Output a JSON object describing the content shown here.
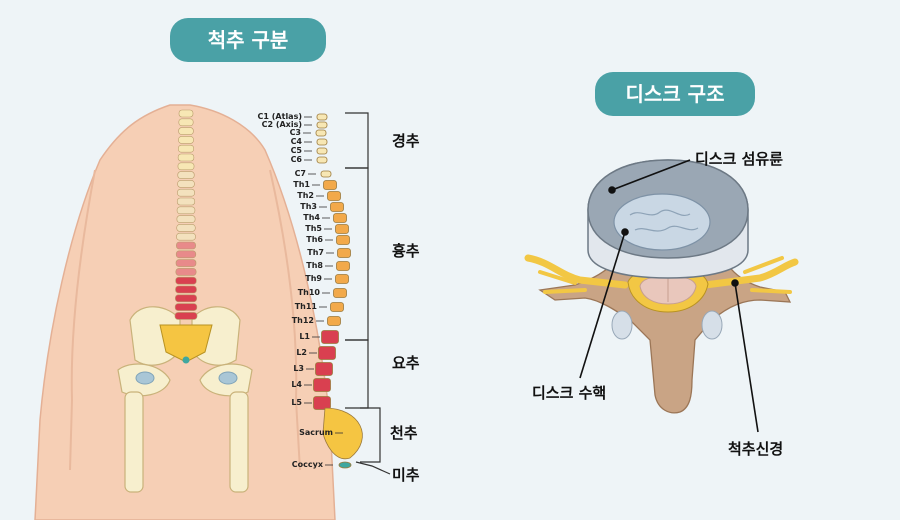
{
  "left_panel": {
    "title": "척추 구분",
    "vertebra_labels": [
      {
        "label": "C1 (Atlas)"
      },
      {
        "label": "C2 (Axis)"
      },
      {
        "label": "C3"
      },
      {
        "label": "C4"
      },
      {
        "label": "C5"
      },
      {
        "label": "C6"
      },
      {
        "label": "C7"
      },
      {
        "label": "Th1"
      },
      {
        "label": "Th2"
      },
      {
        "label": "Th3"
      },
      {
        "label": "Th4"
      },
      {
        "label": "Th5"
      },
      {
        "label": "Th6"
      },
      {
        "label": "Th7"
      },
      {
        "label": "Th8"
      },
      {
        "label": "Th9"
      },
      {
        "label": "Th10"
      },
      {
        "label": "Th11"
      },
      {
        "label": "Th12"
      },
      {
        "label": "L1"
      },
      {
        "label": "L2"
      },
      {
        "label": "L3"
      },
      {
        "label": "L4"
      },
      {
        "label": "L5"
      },
      {
        "label": "Sacrum"
      },
      {
        "label": "Coccyx"
      }
    ],
    "regions": {
      "cervical": "경추",
      "thoracic": "흉추",
      "lumbar": "요추",
      "sacral": "천추",
      "coccygeal": "미추"
    },
    "colors": {
      "cervical": "#f7e7b4",
      "thoracic": "#f2a94a",
      "lumbar": "#d94050",
      "sacrum": "#f5c542",
      "coccyx": "#3fa7a0"
    }
  },
  "right_panel": {
    "title": "디스크 구조",
    "callouts": {
      "annulus": "디스크 섬유륜",
      "nucleus": "디스크 수핵",
      "spinal_nerve": "척추신경"
    },
    "colors": {
      "annulus": "#9aa7b4",
      "nucleus": "#c9d7e4",
      "nerve": "#f2c744",
      "bone": "#c9a485"
    }
  }
}
